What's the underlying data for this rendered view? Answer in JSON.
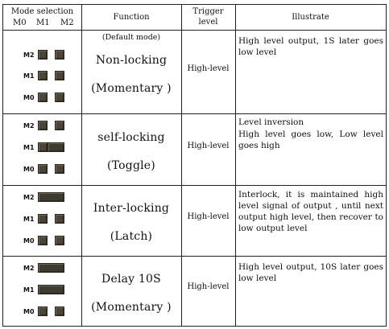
{
  "header": {
    "mode_selection": "Mode selection",
    "m0": "M0",
    "m1": "M1",
    "m2": "M2",
    "function": "Function",
    "trigger_line1": "Trigger",
    "trigger_line2": "level",
    "illustrate": "Illustrate"
  },
  "rows": [
    {
      "default_label": "(Default mode)",
      "function_line1": "Non-locking",
      "function_line2": "(Momentary )",
      "trigger": "High-level",
      "illustrate": "High level output, 1S later goes low level",
      "jumpers": [
        {
          "label": "M2",
          "state": "open"
        },
        {
          "label": "M1",
          "state": "open"
        },
        {
          "label": "M0",
          "state": "open"
        }
      ]
    },
    {
      "function_line1": "self-locking",
      "function_line2": "(Toggle)",
      "trigger": "High-level",
      "illustrate_line1": "Level inversion",
      "illustrate_line2": "High level goes low, Low level goes high",
      "jumpers": [
        {
          "label": "M2",
          "state": "open"
        },
        {
          "label": "M1",
          "state": "joined"
        },
        {
          "label": "M0",
          "state": "open"
        }
      ]
    },
    {
      "function_line1": "Inter-locking",
      "function_line2": "(Latch)",
      "trigger": "High-level",
      "illustrate": "Interlock, it is maintained high level signal of output , until next output high level, then recover to low output level",
      "jumpers": [
        {
          "label": "M2",
          "state": "joined"
        },
        {
          "label": "M1",
          "state": "open"
        },
        {
          "label": "M0",
          "state": "open"
        }
      ]
    },
    {
      "function_line1": "Delay 10S",
      "function_line2": "(Momentary )",
      "trigger": "High-level",
      "illustrate": "High level output, 10S later goes low level",
      "jumpers": [
        {
          "label": "M2",
          "state": "joined"
        },
        {
          "label": "M1",
          "state": "joined"
        },
        {
          "label": "M0",
          "state": "open"
        }
      ]
    }
  ]
}
